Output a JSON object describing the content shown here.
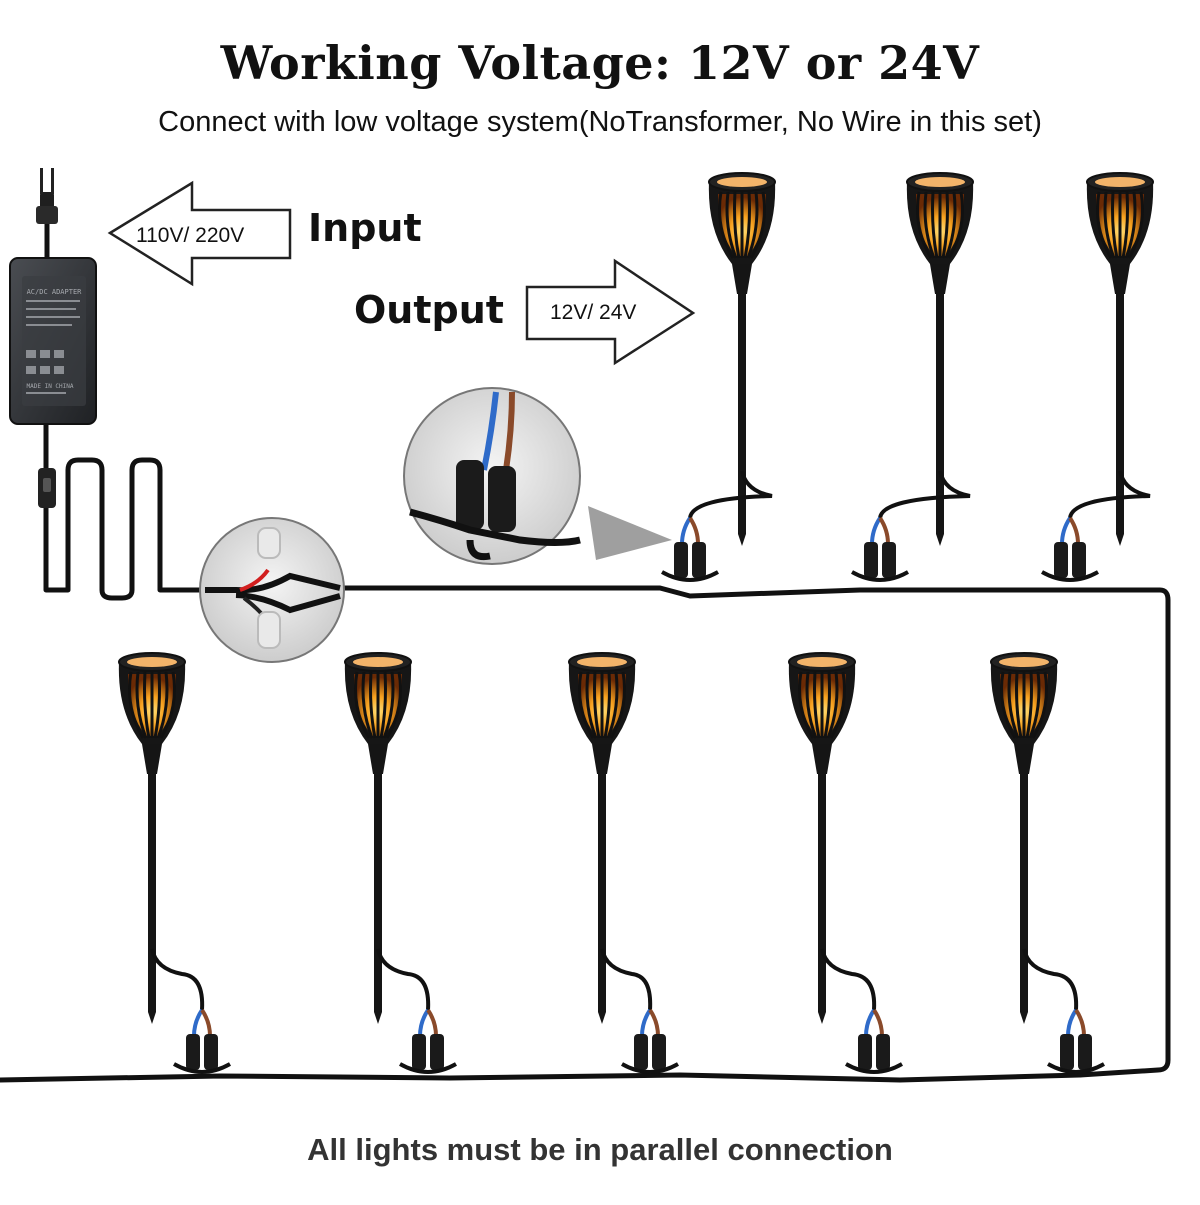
{
  "header": {
    "title": "Working Voltage: 12V or 24V",
    "subtitle": "Connect with low voltage system(NoTransformer, No Wire in this set)"
  },
  "input": {
    "label": "Input",
    "arrow_text": "110V/ 220V"
  },
  "output": {
    "label": "Output",
    "arrow_text": "12V/ 24V"
  },
  "footer": {
    "note": "All lights must be in parallel connection"
  },
  "adapter": {
    "brand_text": "AC/DC ADAPTER",
    "made_in": "MADE IN CHINA"
  },
  "colors": {
    "flame": "#f28c1a",
    "flame_core": "#ffd24a",
    "cable": "#111111",
    "wire_blue": "#2f6bc9",
    "wire_brown": "#8a4a2a",
    "wire_red": "#d21f1f"
  },
  "lights": {
    "top_row_count": 3,
    "bottom_row_count": 5
  }
}
